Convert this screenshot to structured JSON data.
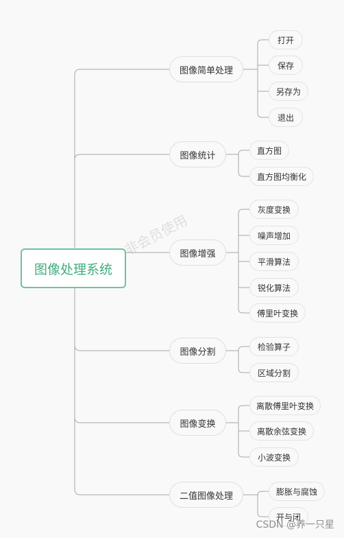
{
  "root": {
    "label": "图像处理系统"
  },
  "branches": [
    {
      "label": "图像简单处理",
      "children": [
        "打开",
        "保存",
        "另存为",
        "退出"
      ]
    },
    {
      "label": "图像统计",
      "children": [
        "直方图",
        "直方图均衡化"
      ]
    },
    {
      "label": "图像增强",
      "children": [
        "灰度变换",
        "噪声增加",
        "平滑算法",
        "锐化算法",
        "傅里叶变换"
      ]
    },
    {
      "label": "图像分割",
      "children": [
        "检验算子",
        "区域分割"
      ]
    },
    {
      "label": "图像变换",
      "children": [
        "离散傅里叶变换",
        "离散余弦变换",
        "小波变换"
      ]
    },
    {
      "label": "二值图像处理",
      "children": [
        "膨胀与腐蚀",
        "开与闭"
      ]
    }
  ],
  "watermark": {
    "text": "非会员使用"
  },
  "credit": {
    "text": "CSDN @养一只星"
  },
  "colors": {
    "root_border": "#6cc59a",
    "root_text": "#3fae7e",
    "line": "#a8a8a8",
    "node_border": "#dedede"
  }
}
